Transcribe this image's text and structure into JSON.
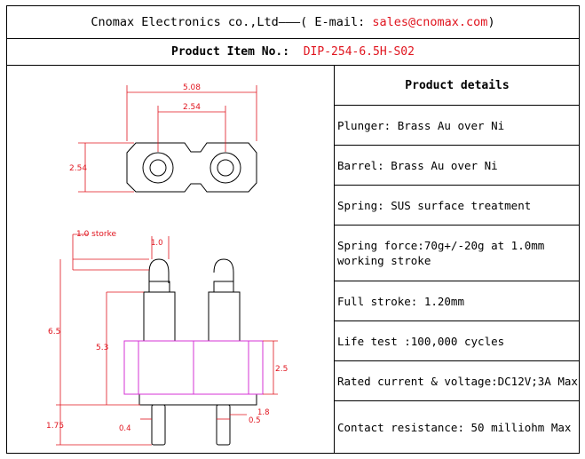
{
  "header": {
    "company": "Cnomax Electronics co.,Ltd———( E-mail: ",
    "email": "sales@cnomax.com",
    "close": ")"
  },
  "item": {
    "label": "Product Item No.:",
    "value": "DIP-254-6.5H-S02"
  },
  "details": {
    "title": "Product details",
    "rows": [
      "Plunger: Brass Au over Ni",
      "Barrel: Brass Au over Ni",
      "Spring: SUS surface treatment",
      "Spring force:70g+/-20g at 1.0mm working stroke",
      "Full stroke: 1.20mm",
      "Life test :100,000 cycles",
      "Rated current & voltage:DC12V;3A Max",
      "Contact resistance: 50 milliohm Max"
    ]
  },
  "drawing": {
    "dim_pitch_outer": "5.08",
    "dim_pitch_inner": "2.54",
    "dim_height_body": "2.54",
    "dim_stroke": "1.0 storke",
    "dim_stroke_value": "1.0",
    "dim_total_height": "6.5",
    "dim_barrel": "5.3",
    "dim_insulator": "2.5",
    "dim_tail": "1.75",
    "dim_tail_a": "0.4",
    "dim_tail_b": "0.5",
    "dim_tail_c": "1.8"
  },
  "colors": {
    "dimension": "#e0141e",
    "insulator": "#d633d6"
  }
}
